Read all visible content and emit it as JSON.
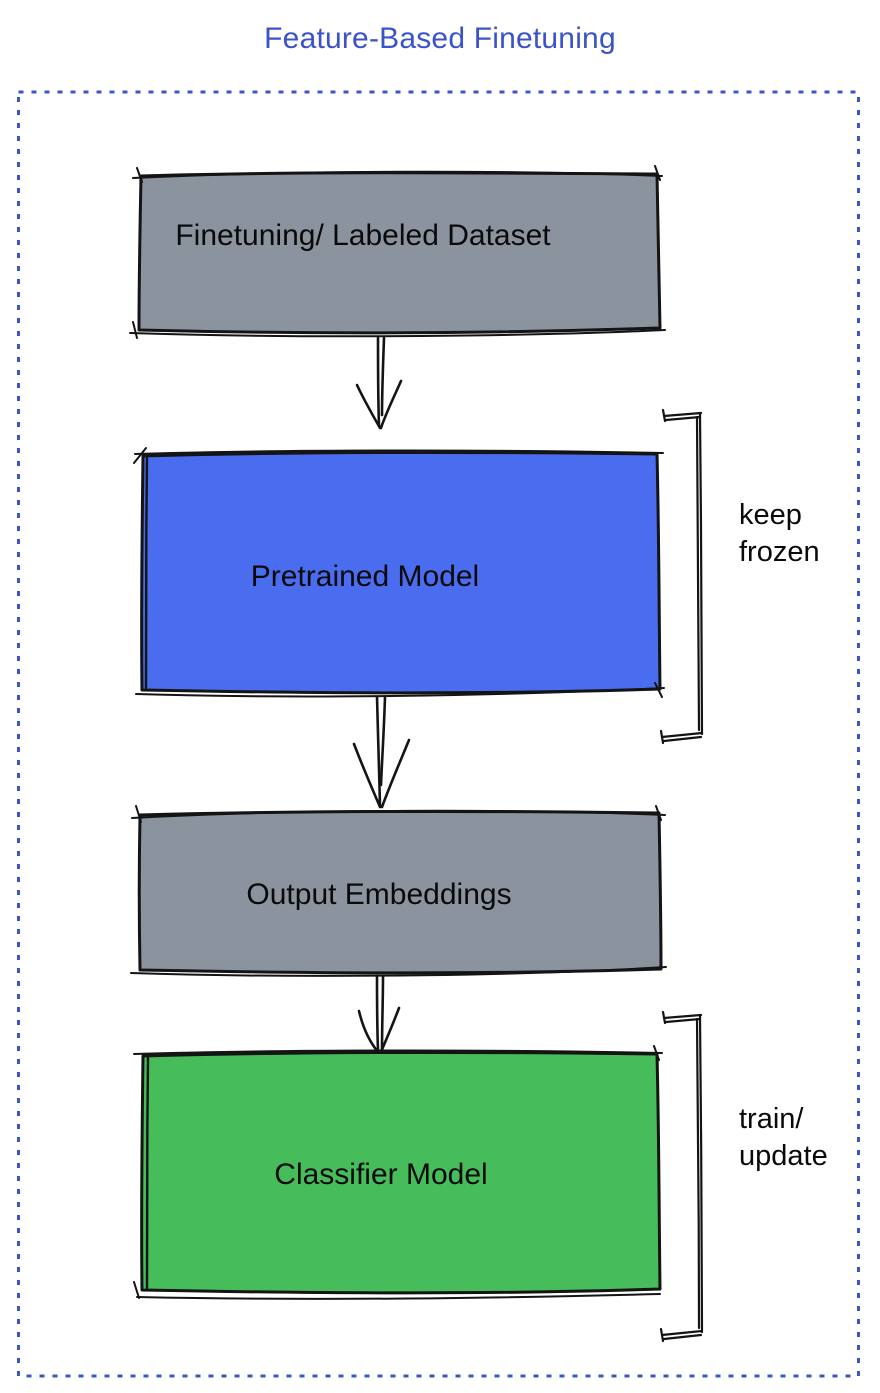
{
  "title": "Feature-Based Finetuning",
  "colors": {
    "title_text": "#3A53CB",
    "border_blue": "#3C55C4",
    "box_gray": "#8B939E",
    "box_blue": "#4A6DF0",
    "box_green": "#46BD5A",
    "ink": "#141414"
  },
  "flow": {
    "boxes": [
      {
        "id": "dataset",
        "label": "Finetuning/ Labeled Dataset",
        "color": "gray"
      },
      {
        "id": "pretrained",
        "label": "Pretrained Model",
        "color": "blue"
      },
      {
        "id": "embeddings",
        "label": "Output Embeddings",
        "color": "gray"
      },
      {
        "id": "classifier",
        "label": "Classifier Model",
        "color": "green"
      }
    ],
    "annotations": [
      {
        "target": "pretrained",
        "line1": "keep",
        "line2": "frozen"
      },
      {
        "target": "classifier",
        "line1": "train/",
        "line2": "update"
      }
    ]
  }
}
